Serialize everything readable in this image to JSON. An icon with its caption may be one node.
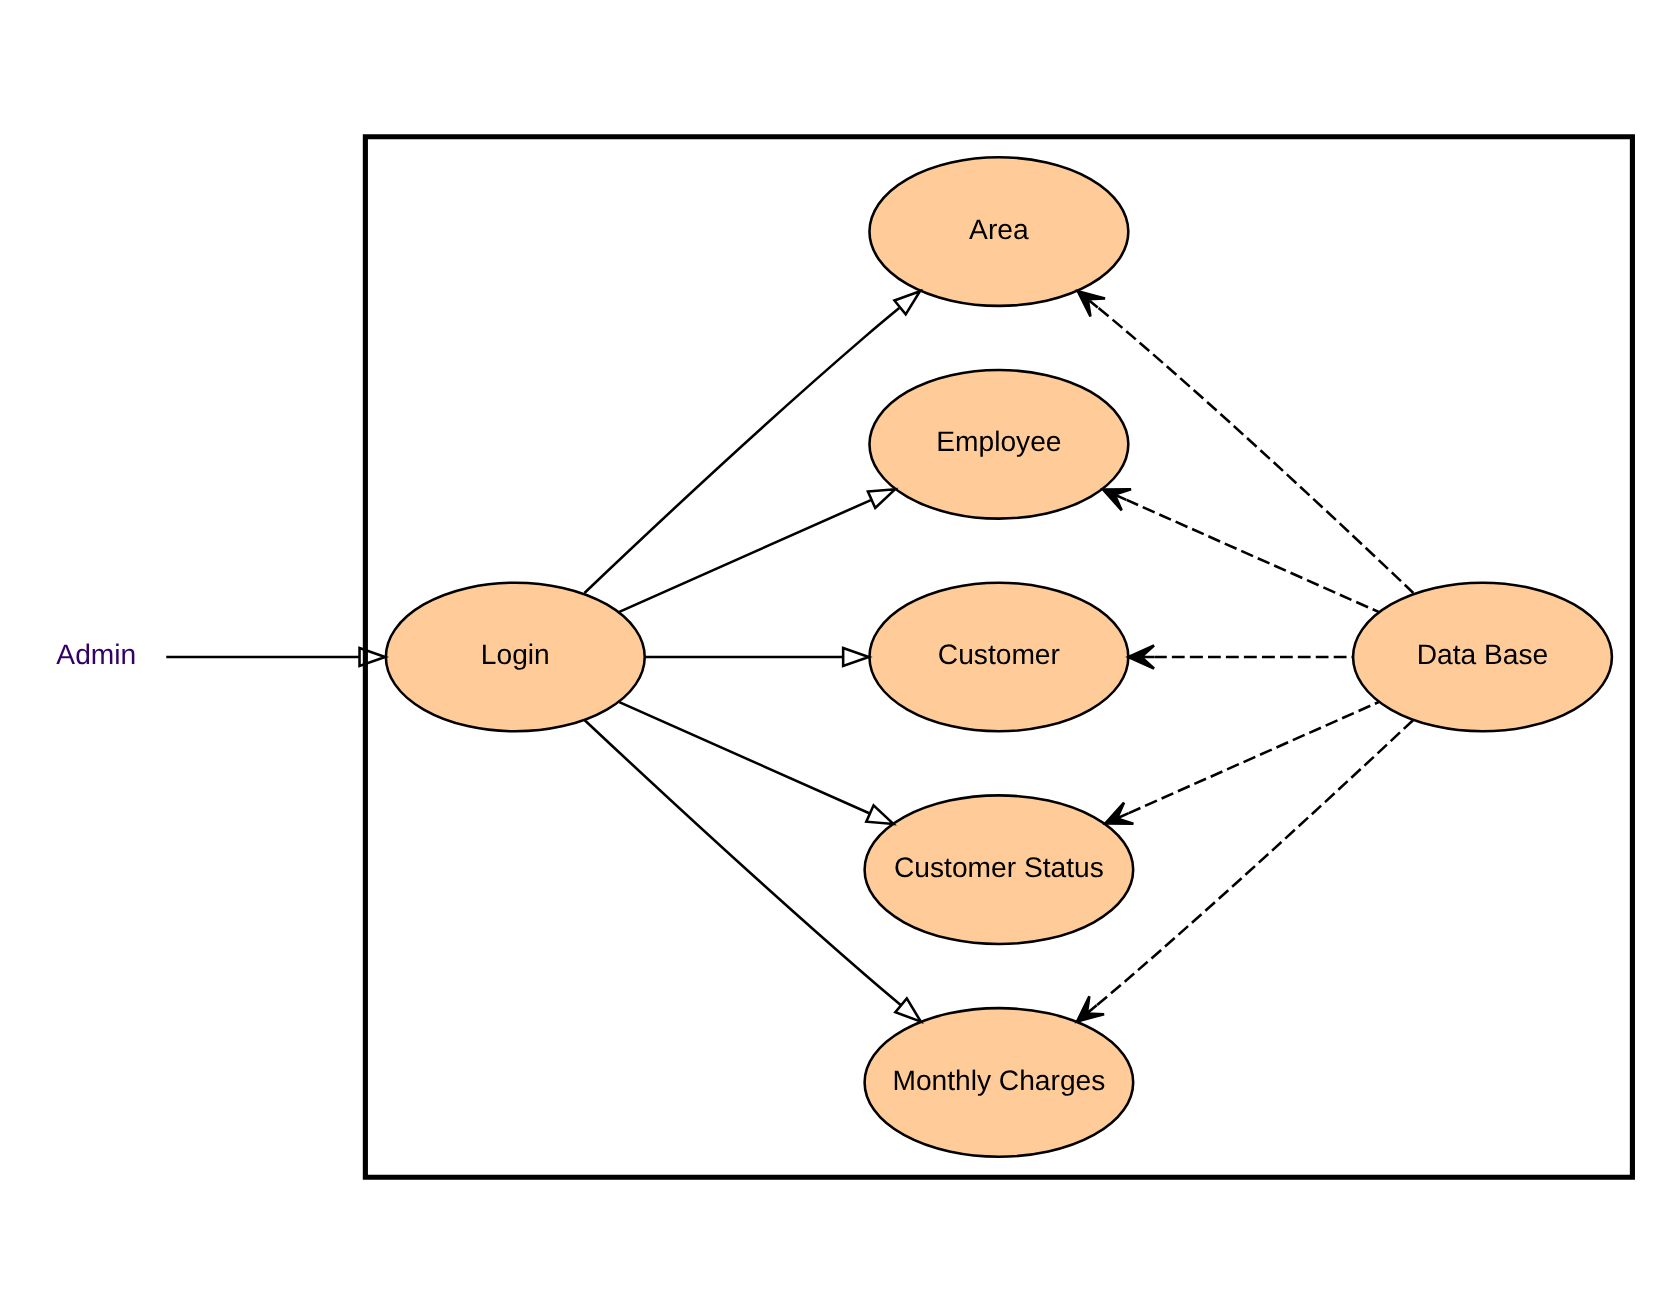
{
  "diagram": {
    "nodes": [
      {
        "text": [],
        "shape": "box"
      },
      {
        "text": [
          "Admin"
        ]
      },
      {
        "text": [
          "Login"
        ],
        "in": 0
      },
      {
        "text": [
          "Area"
        ],
        "in": 0
      },
      {
        "text": [
          "Employee"
        ],
        "in": 0
      },
      {
        "text": [
          "Customer"
        ],
        "in": 0
      },
      {
        "text": [
          "Customer Status"
        ],
        "in": 0
      },
      {
        "text": [
          "Monthly Charges"
        ],
        "in": 0
      },
      {
        "text": [
          "Data Base"
        ],
        "in": 0
      }
    ],
    "edges": [
      {
        "from": 1,
        "to": 2,
        "arrow": "to"
      },
      {
        "from": 2,
        "to": 3,
        "arrow": "to"
      },
      {
        "from": 2,
        "to": 4,
        "arrow": "to"
      },
      {
        "from": 2,
        "to": 5,
        "arrow": "to"
      },
      {
        "from": 2,
        "to": 6,
        "arrow": "to"
      },
      {
        "from": 2,
        "to": 7,
        "arrow": "to"
      },
      {
        "from": 8,
        "to": 3,
        "arrow": "to",
        "style": "dashed"
      },
      {
        "from": 8,
        "to": 4,
        "arrow": "to",
        "style": "dashed"
      },
      {
        "from": 8,
        "to": 5,
        "arrow": "to",
        "style": "dashed"
      },
      {
        "from": 8,
        "to": 6,
        "arrow": "to",
        "style": "dashed"
      },
      {
        "from": 8,
        "to": 7,
        "arrow": "to",
        "style": "dashed"
      }
    ]
  }
}
